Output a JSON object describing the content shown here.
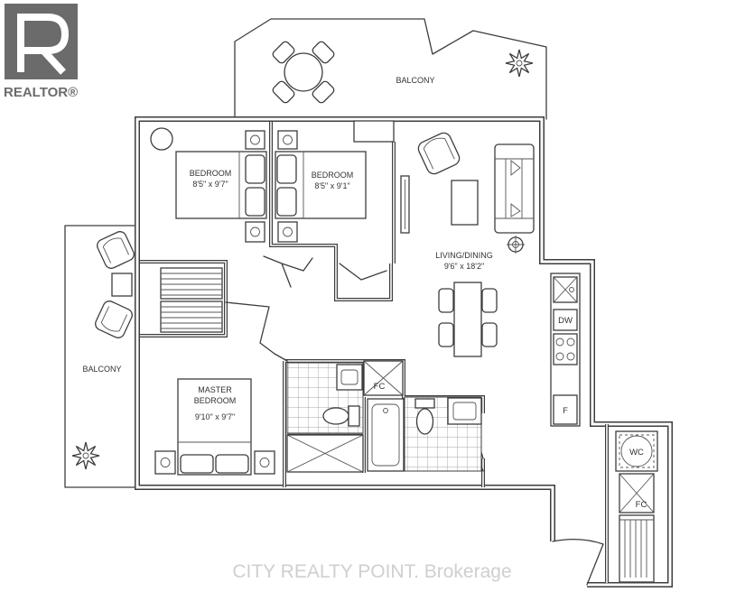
{
  "logo": {
    "text": "REALTOR®",
    "icon": "realtor-r-logo"
  },
  "rooms": {
    "balcony_top": {
      "label": "BALCONY"
    },
    "bedroom_1": {
      "label": "BEDROOM",
      "dims": "8'5\" x 9'7\""
    },
    "bedroom_2": {
      "label": "BEDROOM",
      "dims": "8'5\" x 9'1\""
    },
    "living_dining": {
      "label": "LIVING/DINING",
      "dims": "9'6\" x 18'2\""
    },
    "balcony_left": {
      "label": "BALCONY"
    },
    "master_bedroom": {
      "label_line1": "MASTER",
      "label_line2": "BEDROOM",
      "dims": "9'10\" x 9'7\""
    }
  },
  "fixtures": {
    "fc_bath": "FC",
    "dw": "DW",
    "f": "F",
    "wc": "WC",
    "fc_entry": "FC"
  },
  "watermark": "CITY REALTY POINT. Brokerage",
  "colors": {
    "background": "#ffffff",
    "line": "#3d3d3d",
    "logo": "#6b6b6b",
    "watermark": "#cfcfcf"
  }
}
